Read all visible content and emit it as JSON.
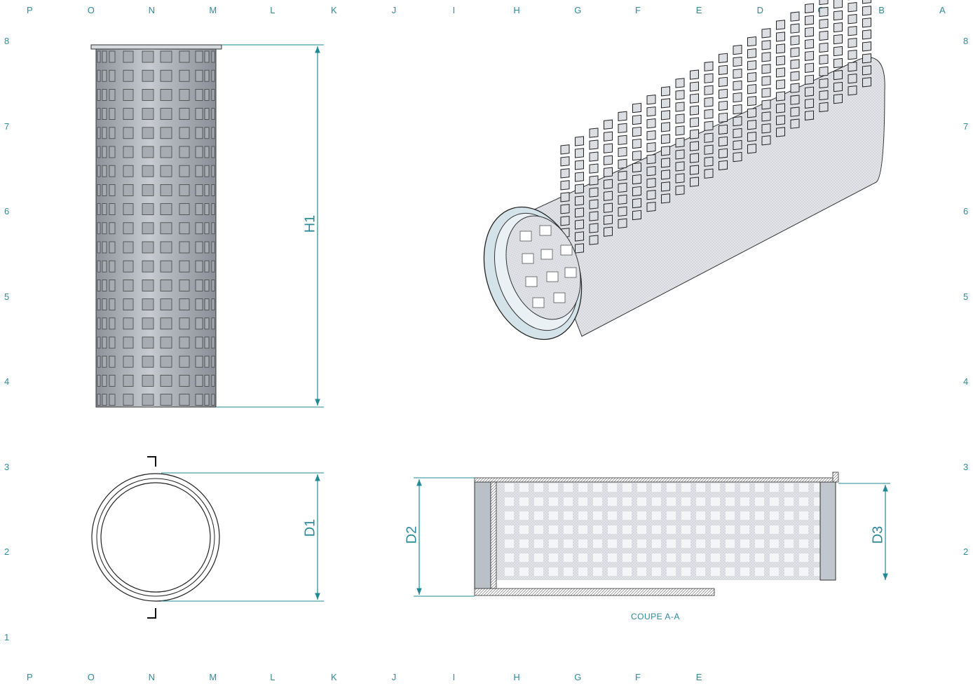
{
  "grid": {
    "top_letters": [
      "P",
      "O",
      "N",
      "M",
      "L",
      "K",
      "J",
      "I",
      "H",
      "G",
      "F",
      "E",
      "D",
      "C",
      "B",
      "A"
    ],
    "bottom_letters": [
      "P",
      "O",
      "N",
      "M",
      "L",
      "K",
      "J",
      "I",
      "H",
      "G",
      "F",
      "E"
    ],
    "left_numbers": [
      "8",
      "7",
      "6",
      "5",
      "4",
      "3",
      "2",
      "1"
    ],
    "right_numbers": [
      "8",
      "7",
      "6",
      "5",
      "4",
      "3",
      "2"
    ]
  },
  "dimensions": {
    "h1": "H1",
    "d1": "D1",
    "d2": "D2",
    "d3": "D3"
  },
  "section": {
    "caption": "COUPE A-A"
  },
  "colors": {
    "dimension_line": "#1f8a96",
    "outline": "#222222",
    "metal_fill": "#c9cdd4",
    "hole_fill": "#9aa0a8"
  }
}
